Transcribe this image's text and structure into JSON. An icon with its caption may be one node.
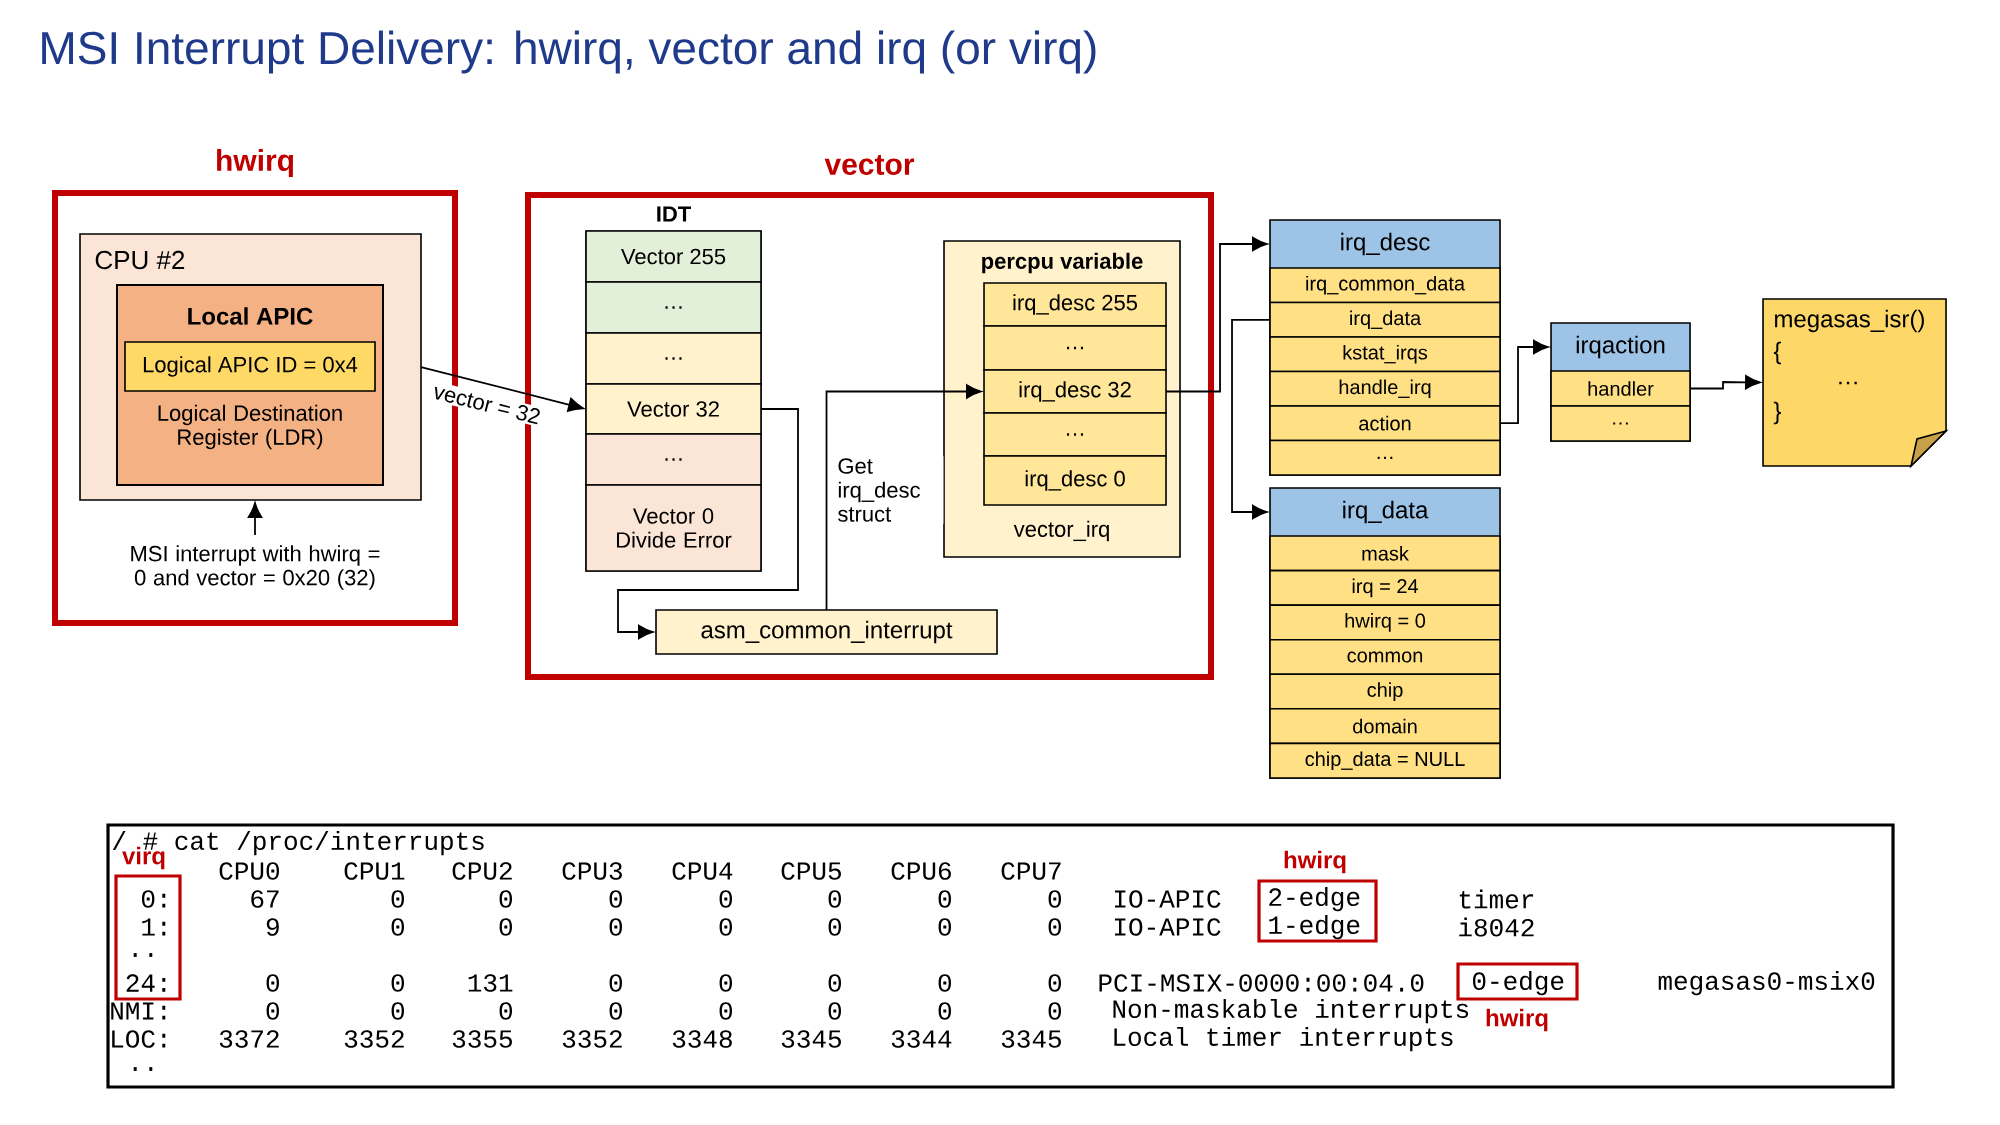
{
  "diagram": {
    "title": "MSI Interrupt Delivery: hwirq, vector and irq (or virq)",
    "nodes": [
      {
        "text": [
          "hwirq"
        ]
      },
      {
        "text": [
          "CPU #2"
        ],
        "in": 0
      },
      {
        "text": [
          "Local APIC",
          "Logical Destination Register (LDR)"
        ],
        "in": 1
      },
      {
        "text": [
          "Logical APIC ID = 0x4"
        ],
        "in": 2
      },
      {
        "text": [
          "MSI interrupt with hwirq = 0 and vector = 0x20 (32)"
        ],
        "in": 0
      },
      {
        "text": [
          "vector"
        ]
      },
      {
        "text": [
          "IDT"
        ],
        "in": 5
      },
      {
        "text": [
          "Vector 255"
        ],
        "in": 6
      },
      {
        "text": [
          "…"
        ],
        "in": 6
      },
      {
        "text": [
          "…"
        ],
        "in": 6
      },
      {
        "text": [
          "Vector 32"
        ],
        "in": 6
      },
      {
        "text": [
          "…"
        ],
        "in": 6
      },
      {
        "text": [
          "Vector 0 Divide Error"
        ],
        "in": 6
      },
      {
        "text": [
          "percpu variable",
          "vector_irq"
        ],
        "in": 5
      },
      {
        "text": [
          "irq_desc 255"
        ],
        "in": 13
      },
      {
        "text": [
          "…"
        ],
        "in": 13
      },
      {
        "text": [
          "irq_desc 32"
        ],
        "in": 13
      },
      {
        "text": [
          "…"
        ],
        "in": 13
      },
      {
        "text": [
          "irq_desc 0"
        ],
        "in": 13
      },
      {
        "text": [
          "asm_common_interrupt"
        ],
        "in": 5
      },
      {
        "text": [
          "irq_desc"
        ]
      },
      {
        "text": [
          "irq_common_data"
        ],
        "in": 20
      },
      {
        "text": [
          "irq_data"
        ],
        "in": 20
      },
      {
        "text": [
          "kstat_irqs"
        ],
        "in": 20
      },
      {
        "text": [
          "handle_irq"
        ],
        "in": 20
      },
      {
        "text": [
          "action"
        ],
        "in": 20
      },
      {
        "text": [
          "…"
        ],
        "in": 20
      },
      {
        "text": [
          "irq_data"
        ]
      },
      {
        "text": [
          "mask"
        ],
        "in": 27
      },
      {
        "text": [
          "irq = 24"
        ],
        "in": 27
      },
      {
        "text": [
          "hwirq = 0"
        ],
        "in": 27
      },
      {
        "text": [
          "common"
        ],
        "in": 27
      },
      {
        "text": [
          "chip"
        ],
        "in": 27
      },
      {
        "text": [
          "domain"
        ],
        "in": 27
      },
      {
        "text": [
          "chip_data = NULL"
        ],
        "in": 27
      },
      {
        "text": [
          "irqaction"
        ]
      },
      {
        "text": [
          "handler"
        ],
        "in": 35
      },
      {
        "text": [
          "…"
        ],
        "in": 35
      },
      {
        "text": [
          "megasas_isr()",
          "{",
          "…",
          "}"
        ]
      }
    ],
    "edges": [
      {
        "from": 1,
        "to": 10,
        "arrow": "to",
        "label": "vector = 32"
      },
      {
        "from": 4,
        "to": 1,
        "arrow": "to"
      },
      {
        "from": 10,
        "to": 19,
        "arrow": "to"
      },
      {
        "from": 19,
        "to": 16,
        "arrow": "to",
        "label": "Get irq_desc struct"
      },
      {
        "from": 16,
        "to": 20,
        "arrow": "to"
      },
      {
        "from": 22,
        "to": 27,
        "arrow": "to"
      },
      {
        "from": 25,
        "to": 35,
        "arrow": "to"
      },
      {
        "from": 36,
        "to": 38,
        "arrow": "to"
      }
    ],
    "labels": [
      "/ # cat /proc/interrupts",
      "virq",
      "CPU0",
      "CPU1",
      "CPU2",
      "CPU3",
      "CPU4",
      "CPU5",
      "CPU6",
      "CPU7",
      "hwirq",
      "0:",
      "67",
      "0",
      "0",
      "0",
      "0",
      "0",
      "0",
      "0",
      "IO-APIC",
      "2-edge",
      "timer",
      "1:",
      "9",
      "0",
      "0",
      "0",
      "0",
      "0",
      "0",
      "0",
      "IO-APIC",
      "1-edge",
      "i8042",
      "..",
      "24:",
      "0",
      "0",
      "131",
      "0",
      "0",
      "0",
      "0",
      "0",
      "PCI-MSIX-0000:00:04.0",
      "0-edge",
      "megasas0-msix0",
      "NMI:",
      "0",
      "0",
      "0",
      "0",
      "0",
      "0",
      "0",
      "0",
      "Non-maskable interrupts",
      "hwirq",
      "LOC:",
      "3372",
      "3352",
      "3355",
      "3352",
      "3348",
      "3345",
      "3344",
      "3345",
      "Local timer interrupts",
      ".."
    ]
  }
}
